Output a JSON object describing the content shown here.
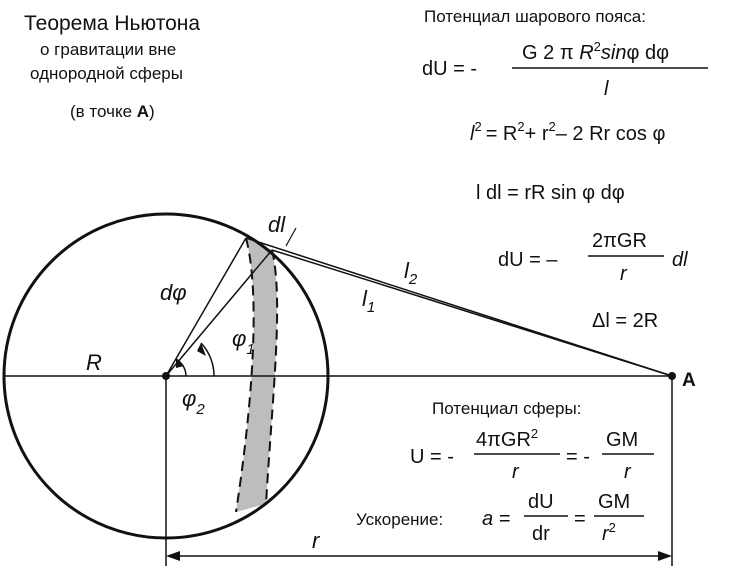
{
  "title": {
    "line1": "Теорема Ньютона",
    "line2": "о гравитации вне",
    "line3": "однородной сферы",
    "point_prefix": "(в точке ",
    "point_name": "А",
    "point_suffix": ")"
  },
  "belt": {
    "header": "Потенциал шарового пояса:",
    "eq1_lhs": "dU = -",
    "eq1_num_a": "G 2",
    "eq1_num_pi": "π",
    "eq1_num_R": "R",
    "eq1_num_sup": "2",
    "eq1_num_sin": "sin",
    "eq1_num_tail": "φ dφ",
    "eq1_den": "l",
    "eq2_l": "l",
    "eq2_sup": "2",
    "eq2_mid": "= R",
    "eq2_sup2": "2",
    "eq2_r": "+ r",
    "eq2_sup3": "2",
    "eq2_tail": "– 2 Rr cos φ",
    "eq3": "l dl  =  rR  sin φ  dφ",
    "eq4_lhs": "dU = –",
    "eq4_num": "2πGR",
    "eq4_den": "r",
    "eq4_tail": "dl",
    "eq5": "Δl  =  2R"
  },
  "sphere": {
    "header": "Потенциал сферы:",
    "u_lhs": "U = -",
    "u_num1": "4πGR",
    "u_num1_sup": "2",
    "u_den1": "r",
    "u_mid": "= -",
    "u_num2": "GM",
    "u_den2": "r",
    "acc_label": "Ускорение:",
    "acc_a": "a =",
    "acc_num1": "dU",
    "acc_den1": "dr",
    "acc_eq": "=",
    "acc_num2": "GM",
    "acc_den2": "r",
    "acc_den2_sup": "2"
  },
  "labels": {
    "dl": "dl",
    "l1": "l",
    "l1_sub": "1",
    "l2": "l",
    "l2_sub": "2",
    "dphi": "dφ",
    "phi1": "φ",
    "phi1_sub": "1",
    "phi2": "φ",
    "phi2_sub": "2",
    "R": "R",
    "r": "r",
    "A": "A"
  },
  "colors": {
    "stroke": "#111111",
    "belt_fill": "#bdbdbd",
    "background": "#ffffff"
  }
}
